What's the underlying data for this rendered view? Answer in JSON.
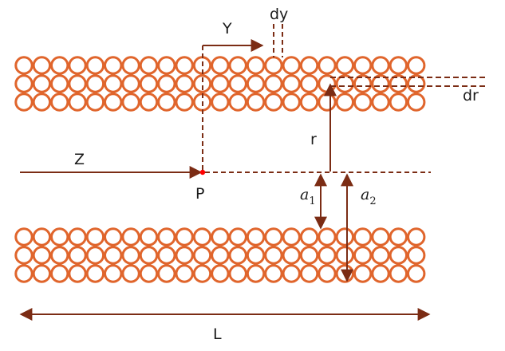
{
  "diagram": {
    "labels": {
      "y": "Y",
      "dy": "dy",
      "dr": "dr",
      "r": "r",
      "z": "Z",
      "p": "P",
      "a1_base": "a",
      "a1_sub": "1",
      "a2_base": "a",
      "a2_sub": "2",
      "l": "L"
    },
    "colors": {
      "coil": "#e0652c",
      "line": "#7b2c14",
      "point": "#ff0000",
      "text": "#1a1a1a"
    }
  }
}
